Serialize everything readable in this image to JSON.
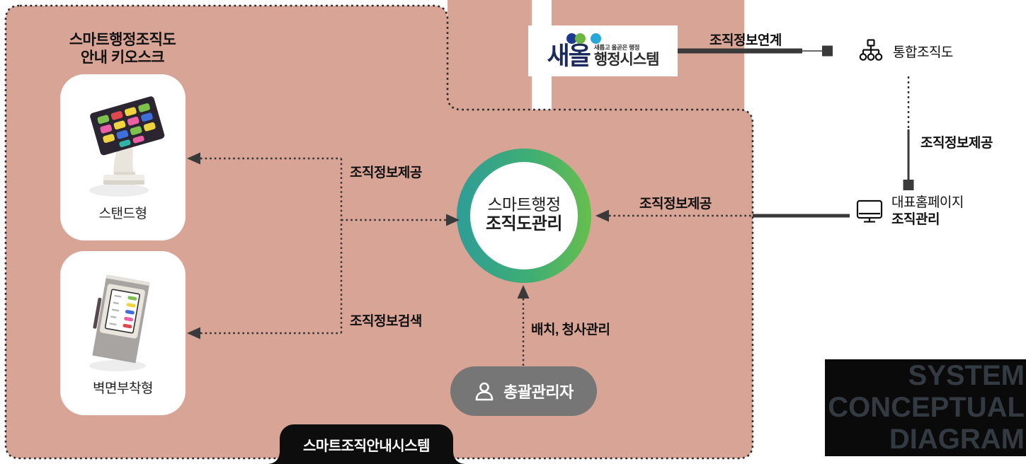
{
  "palette": {
    "background": "#ffffff",
    "salmon": "#d8a495",
    "border_dots": "#2b2b2b",
    "connector": "#3a3a3a",
    "ring_teal": "#2e9d97",
    "ring_green": "#67be4d",
    "admin_pill_gray": "#767676",
    "black_tab": "#0d0d0d",
    "watermark_bg": "#0a0a0a",
    "watermark_text": "#343a41",
    "saeol_navy": "#1b2a5e",
    "saeol_dot_navy": "#1c3a8e",
    "saeol_dot_green": "#6cb644",
    "saeol_dot_blue": "#28a7d9"
  },
  "kiosk_section": {
    "title_line1": "스마트행정조직도",
    "title_line2": "안내 키오스크",
    "cards": [
      {
        "label": "스탠드형"
      },
      {
        "label": "벽면부착형"
      }
    ]
  },
  "center_node": {
    "line1": "스마트행정",
    "line2": "조직도관리"
  },
  "flow_labels": {
    "provide_left": "조직정보제공",
    "search_left": "조직정보검색",
    "deploy": "배치, 청사관리",
    "provide_right": "조직정보제공",
    "link_top": "조직정보연계",
    "provide_side": "조직정보제공"
  },
  "saeol": {
    "name": "새올",
    "slogan": "새롭고 올곧은 행정",
    "system": "행정시스템"
  },
  "integrated_org_chart": {
    "label": "통합조직도"
  },
  "homepage_node": {
    "line1": "대표홈페이지",
    "line2": "조직관리"
  },
  "admin_node": {
    "label": "총괄관리자"
  },
  "bottom_system": {
    "label": "스마트조직안내시스템"
  },
  "watermark": {
    "line1": "SYSTEM",
    "line2": "CONCEPTUAL",
    "line3": "DIAGRAM"
  },
  "icons": {
    "person": "person-icon",
    "org_chart": "org-chart-icon",
    "monitor": "monitor-icon",
    "stand_kiosk": "stand-kiosk-illustration",
    "wall_kiosk": "wall-kiosk-illustration",
    "saeol_dots": "saeol-logo-dots"
  }
}
